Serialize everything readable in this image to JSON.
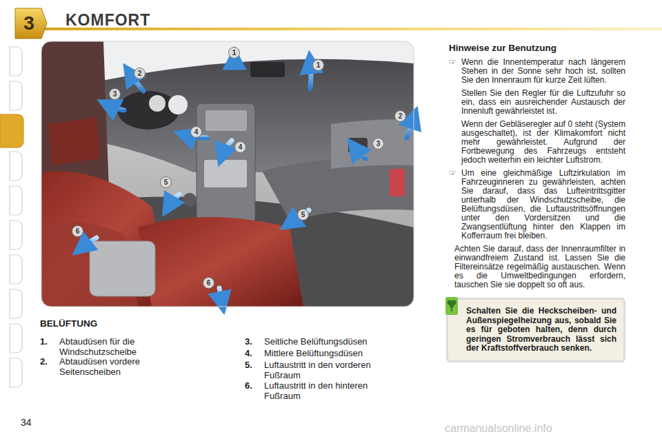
{
  "diagram": {
    "title": "KOMFORT",
    "nodes": [
      {
        "text": [
          "3"
        ]
      },
      {
        "text": [
          "1"
        ]
      },
      {
        "text": [
          "1"
        ]
      },
      {
        "text": [
          "2"
        ]
      },
      {
        "text": [
          "2"
        ]
      },
      {
        "text": [
          "3"
        ]
      },
      {
        "text": [
          "3"
        ]
      },
      {
        "text": [
          "4"
        ]
      },
      {
        "text": [
          "4"
        ]
      },
      {
        "text": [
          "5"
        ]
      },
      {
        "text": [
          "5"
        ]
      },
      {
        "text": [
          "6"
        ]
      },
      {
        "text": [
          "6"
        ]
      },
      {
        "text": [
          "Schalten Sie die Heckscheiben- und Außenspiegelheizung aus, sobald Sie es für geboten halten, denn durch geringen Stromverbrauch lässt sich der Kraftstoffverbrauch senken."
        ]
      }
    ],
    "labels": [
      "BELÜFTUNG",
      "1.",
      "Abtaudüsen für die Windschutzscheibe",
      "2.",
      "Abtaudüsen vordere Seitenscheiben",
      "3.",
      "Seitliche Belüftungsdüsen",
      "4.",
      "Mittlere Belüftungsdüsen",
      "5.",
      "Luftaustritt in den vorderen Fußraum",
      "6.",
      "Luftaustritt in den hinteren Fußraum",
      "Hinweise zur Benutzung",
      "☞",
      "Wenn die Innentemperatur nach längerem Stehen in der Sonne sehr hoch ist, sollten Sie den Innenraum für kurze Zeit lüften.",
      "Stellen Sie den Regler für die Luftzufuhr so ein, dass ein ausreichender Austausch der Innenluft gewährleistet ist.",
      "Wenn der Gebläseregler auf 0 steht (System ausgeschaltet), ist der Klimakomfort nicht mehr gewährleistet. Aufgrund der Fortbewegung des Fahrzeugs entsteht jedoch weiterhin ein leichter Luftstrom.",
      "☞",
      "Um eine gleichmäßige Luftzirkulation im Fahrzeuginneren zu gewährleisten, achten Sie darauf, dass das Lufteintrittsgitter unterhalb der Windschutzscheibe, die Belüftungsdüsen, die Luftaustrittsöffnungen unter den Vordersitzen und die Zwangsentlüftung hinter den Klappen im Kofferraum frei bleiben.",
      "Achten Sie darauf, dass der Innenraumfilter in einwandfreiem Zustand ist. Lassen Sie die Filtereinsätze regelmäßig austauschen. Wenn es die Umweltbedingungen erfordern, tauschen Sie sie doppelt so oft aus.",
      "34",
      "carmanualsonline.info"
    ]
  }
}
